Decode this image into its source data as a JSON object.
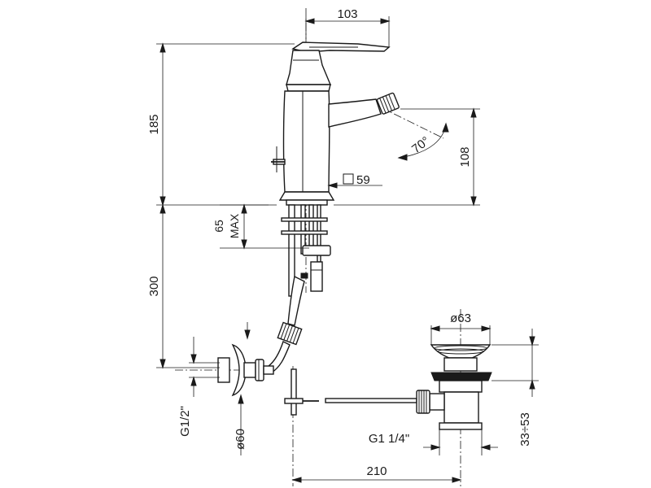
{
  "dimensions": {
    "width_top": "103",
    "height_total": "185",
    "height_spout": "108",
    "angle": "70°",
    "square_base": "59",
    "max_thickness": "65",
    "max_label": "MAX",
    "hose_length": "300",
    "diameter_waste": "ø63",
    "waste_stroke": "33÷53",
    "thread_waste": "G1  1/4\"",
    "thread_inlet": "G1/2\"",
    "diameter_rosette": "ø60",
    "width_bottom": "210"
  },
  "colors": {
    "line": "#1a1a1a",
    "background": "#ffffff"
  }
}
